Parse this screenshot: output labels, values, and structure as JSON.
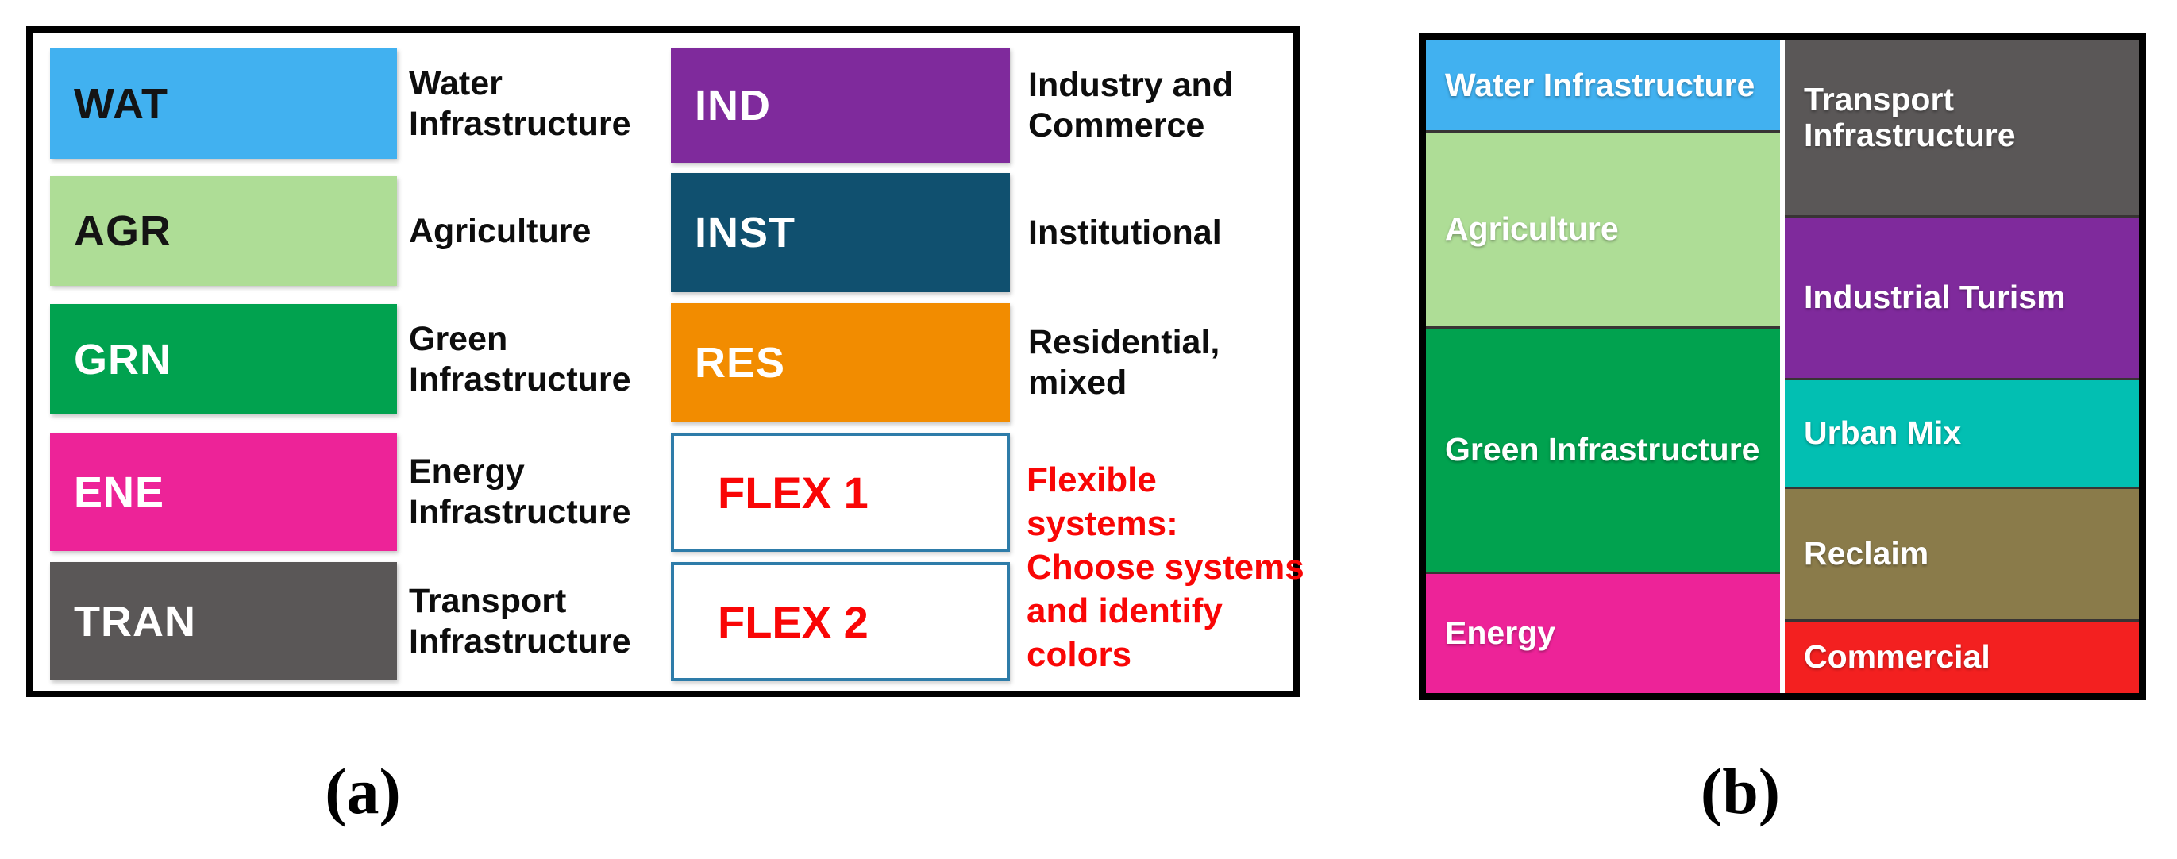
{
  "figure": {
    "caption_a": "(a)",
    "caption_b": "(b)"
  },
  "legend": {
    "left_items": [
      {
        "code": "WAT",
        "label": "Water\nInfrastructure",
        "color": "#41B1F0",
        "code_color": "#141414"
      },
      {
        "code": "AGR",
        "label": "Agriculture",
        "color": "#AEDD96",
        "code_color": "#141414"
      },
      {
        "code": "GRN",
        "label": "Green\nInfrastructure",
        "color": "#01A24F",
        "code_color": "#FFFFFF"
      },
      {
        "code": "ENE",
        "label": "Energy\nInfrastructure",
        "color": "#ED2398",
        "code_color": "#FFFFFF"
      },
      {
        "code": "TRAN",
        "label": "Transport\nInfrastructure",
        "color": "#5A5757",
        "code_color": "#FFFFFF"
      }
    ],
    "right_items": [
      {
        "code": "IND",
        "label": "Industry and\nCommerce",
        "color": "#7F2A9C",
        "code_color": "#FFFFFF"
      },
      {
        "code": "INST",
        "label": "Institutional",
        "color": "#10506F",
        "code_color": "#FFFFFF"
      },
      {
        "code": "RES",
        "label": "Residential,\nmixed",
        "color": "#F28C00",
        "code_color": "#FFFFFF"
      }
    ],
    "flex_items": [
      {
        "code": "FLEX 1"
      },
      {
        "code": "FLEX 2"
      }
    ],
    "flex_code_color": "#F90606",
    "flex_border_color": "#2E7CA9",
    "flex_note": "Flexible systems:\nChoose systems\nand identify\ncolors",
    "flex_note_color": "#F90606"
  },
  "treemap": {
    "label_color": "#FFFFFF",
    "left_column": [
      {
        "label": "Water Infrastructure",
        "color": "#41B1F0"
      },
      {
        "label": "Agriculture",
        "color": "#AEDD96"
      },
      {
        "label": "Green Infrastructure",
        "color": "#01A24F"
      },
      {
        "label": "Energy",
        "color": "#ED2398"
      }
    ],
    "right_column": [
      {
        "label": "Transport Infrastructure",
        "color": "#5A5757"
      },
      {
        "label": "Industrial Turism",
        "color": "#7F2A9C"
      },
      {
        "label": "Urban Mix",
        "color": "#02BFB2"
      },
      {
        "label": "Reclaim",
        "color": "#8A7B4A"
      },
      {
        "label": "Commercial",
        "color": "#F32020"
      }
    ]
  }
}
